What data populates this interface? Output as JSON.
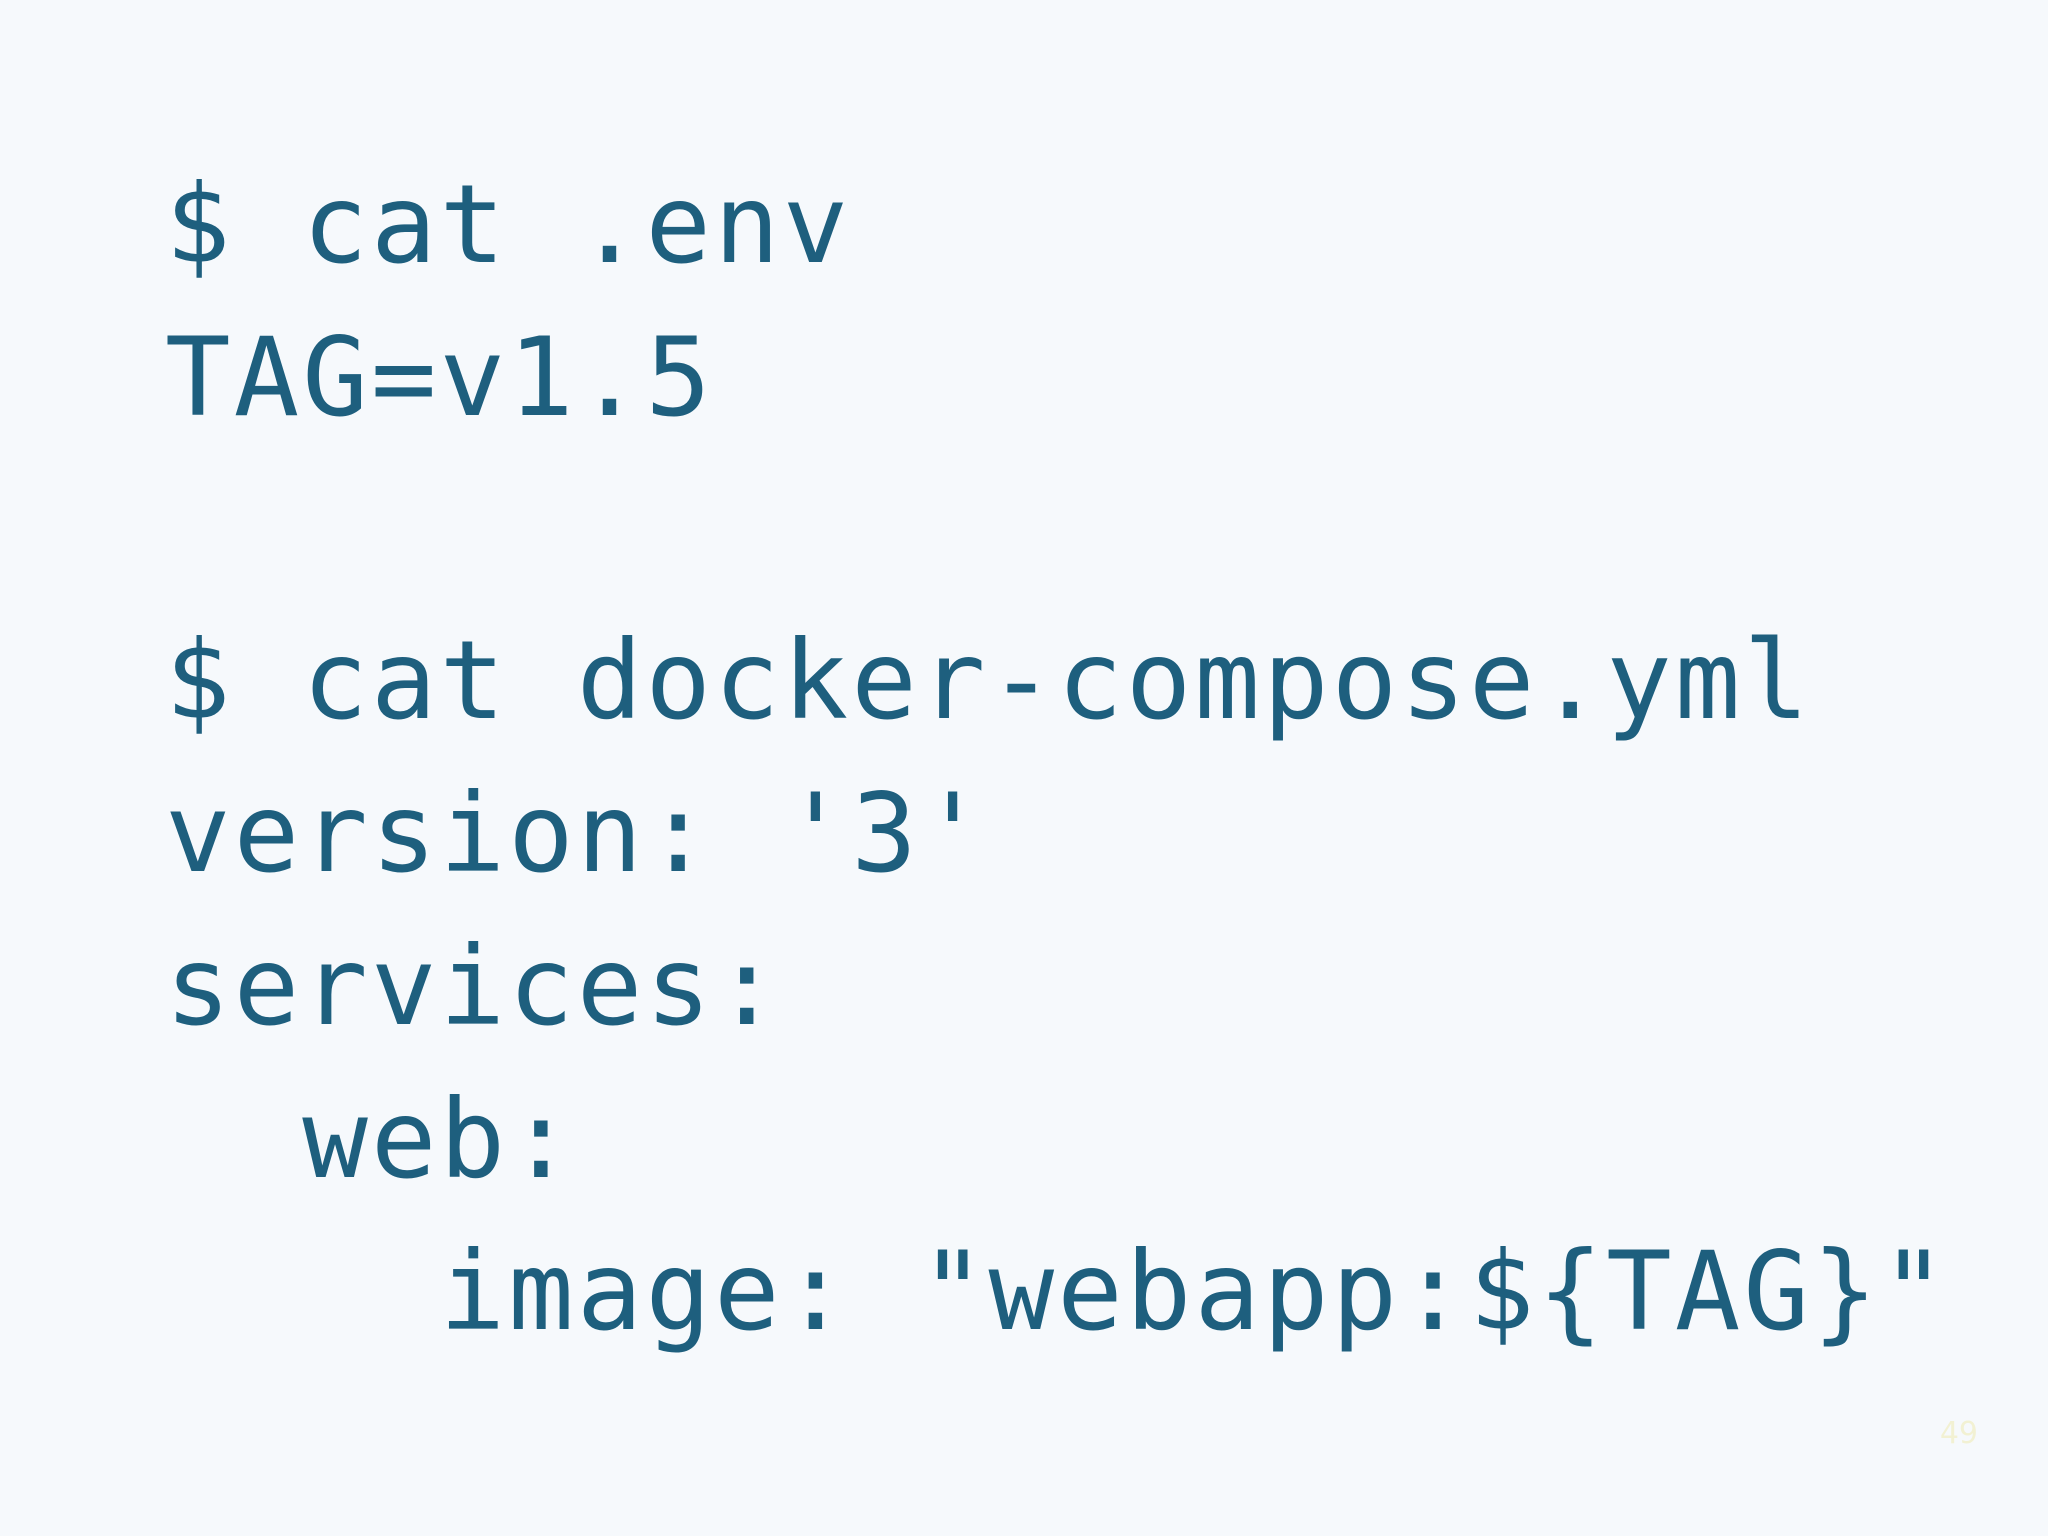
{
  "code": {
    "lines": [
      "$ cat .env",
      "TAG=v1.5",
      "",
      "$ cat docker-compose.yml",
      "version: '3'",
      "services:",
      "  web:",
      "    image: \"webapp:${TAG}\""
    ]
  },
  "slide": {
    "number": "49"
  },
  "colors": {
    "background": "#f6f9fc",
    "text": "#1e5f7e",
    "slide_number": "#f2f1cf"
  }
}
